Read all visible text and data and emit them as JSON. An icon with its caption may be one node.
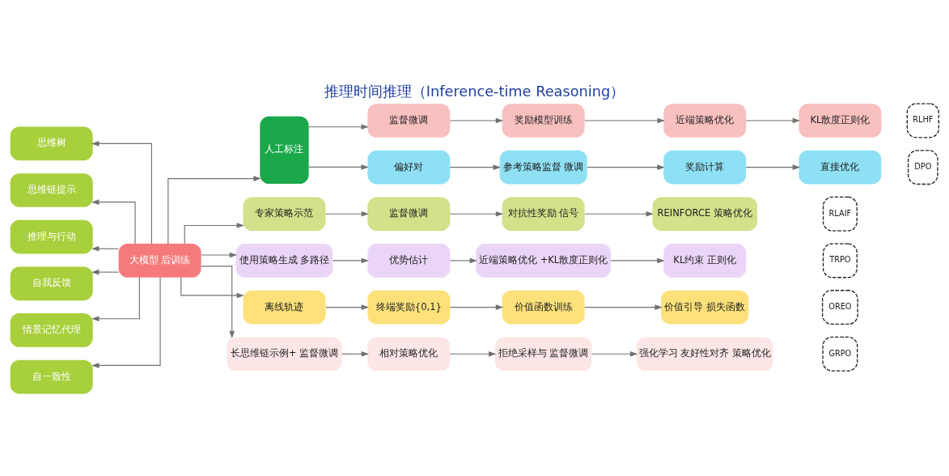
{
  "diagram": {
    "title": "推理时间推理（Inference-time Reasoning）",
    "nodes": [
      {
        "text": [
          "思维树"
        ]
      },
      {
        "text": [
          "思维链提示"
        ]
      },
      {
        "text": [
          "推理与行动"
        ]
      },
      {
        "text": [
          "自我反馈"
        ]
      },
      {
        "text": [
          "情景记忆代理"
        ]
      },
      {
        "text": [
          "自一致性"
        ]
      },
      {
        "text": [
          "大模型 后训练"
        ]
      },
      {
        "text": [
          "人工标注"
        ]
      },
      {
        "text": [
          "监督微调"
        ]
      },
      {
        "text": [
          "奖励模型训练"
        ]
      },
      {
        "text": [
          "近端策略优化"
        ]
      },
      {
        "text": [
          "KL散度正则化"
        ]
      },
      {
        "text": [
          "偏好对"
        ]
      },
      {
        "text": [
          "参考策略监督 微调"
        ]
      },
      {
        "text": [
          "奖励计算"
        ]
      },
      {
        "text": [
          "直接优化"
        ]
      },
      {
        "text": [
          "专家策略示范"
        ]
      },
      {
        "text": [
          "监督微调"
        ]
      },
      {
        "text": [
          "对抗性奖励 信号"
        ]
      },
      {
        "text": [
          "REINFORCE 策略优化"
        ]
      },
      {
        "text": [
          "使用策略生成 多路径"
        ]
      },
      {
        "text": [
          "优势估计"
        ]
      },
      {
        "text": [
          "近端策略优化 +KL散度正则化"
        ]
      },
      {
        "text": [
          "KL约束 正则化"
        ]
      },
      {
        "text": [
          "离线轨迹"
        ]
      },
      {
        "text": [
          "终端奖励{0,1}"
        ]
      },
      {
        "text": [
          "价值函数训练"
        ]
      },
      {
        "text": [
          "价值引导 损失函数"
        ]
      },
      {
        "text": [
          "长思维链示例+ 监督微调"
        ]
      },
      {
        "text": [
          "相对策略优化"
        ]
      },
      {
        "text": [
          "拒绝采样与 监督微调"
        ]
      },
      {
        "text": [
          "强化学习 友好性对齐 策略优化"
        ]
      },
      {
        "text": [
          "RLHF"
        ]
      },
      {
        "text": [
          "DPO"
        ]
      },
      {
        "text": [
          "RLAIF"
        ]
      },
      {
        "text": [
          "TRPO"
        ]
      },
      {
        "text": [
          "OREO"
        ]
      },
      {
        "text": [
          "GRPO"
        ]
      }
    ],
    "edges": [
      {
        "from": 6,
        "to": 0,
        "arrow": "to"
      },
      {
        "from": 6,
        "to": 1,
        "arrow": "to"
      },
      {
        "from": 6,
        "to": 2,
        "arrow": "to"
      },
      {
        "from": 6,
        "to": 3,
        "arrow": "to"
      },
      {
        "from": 6,
        "to": 4,
        "arrow": "to"
      },
      {
        "from": 6,
        "to": 5,
        "arrow": "to"
      },
      {
        "from": 6,
        "to": 7,
        "arrow": "to"
      },
      {
        "from": 7,
        "to": 8,
        "arrow": "to"
      },
      {
        "from": 7,
        "to": 12,
        "arrow": "to"
      },
      {
        "from": 6,
        "to": 16,
        "arrow": "to"
      },
      {
        "from": 6,
        "to": 20,
        "arrow": "to"
      },
      {
        "from": 6,
        "to": 24,
        "arrow": "to"
      },
      {
        "from": 6,
        "to": 28,
        "arrow": "to"
      },
      {
        "from": 8,
        "to": 9,
        "arrow": "to"
      },
      {
        "from": 9,
        "to": 10,
        "arrow": "to"
      },
      {
        "from": 10,
        "to": 11,
        "arrow": "to"
      },
      {
        "from": 12,
        "to": 13,
        "arrow": "to"
      },
      {
        "from": 13,
        "to": 14,
        "arrow": "to"
      },
      {
        "from": 14,
        "to": 15,
        "arrow": "to"
      },
      {
        "from": 16,
        "to": 17,
        "arrow": "to"
      },
      {
        "from": 17,
        "to": 18,
        "arrow": "to"
      },
      {
        "from": 18,
        "to": 19,
        "arrow": "to"
      },
      {
        "from": 20,
        "to": 21,
        "arrow": "to"
      },
      {
        "from": 21,
        "to": 22,
        "arrow": "to"
      },
      {
        "from": 22,
        "to": 23,
        "arrow": "to"
      },
      {
        "from": 24,
        "to": 25,
        "arrow": "to"
      },
      {
        "from": 25,
        "to": 26,
        "arrow": "to"
      },
      {
        "from": 26,
        "to": 27,
        "arrow": "to"
      },
      {
        "from": 28,
        "to": 29,
        "arrow": "to"
      },
      {
        "from": 29,
        "to": 30,
        "arrow": "to"
      },
      {
        "from": 30,
        "to": 31,
        "arrow": "to"
      }
    ]
  }
}
